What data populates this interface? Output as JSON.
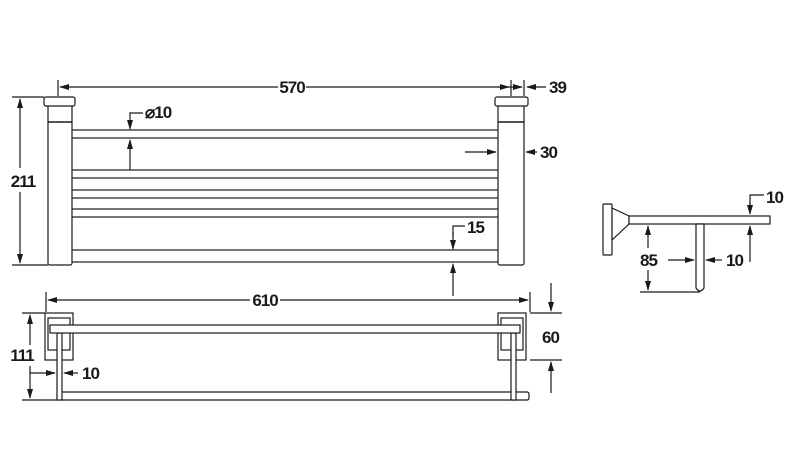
{
  "drawing": {
    "top_view": {
      "width_label": "570",
      "depth_label": "39",
      "height_label": "211",
      "bar_diameter_label": "⌀10",
      "post_offset_label": "30",
      "bar_spacing_label": "15"
    },
    "front_view": {
      "overall_width_label": "610",
      "height_label": "111",
      "rod_diameter_label": "10",
      "bracket_height_label": "60"
    },
    "side_view": {
      "bar_thickness_label": "10",
      "drop_label": "85",
      "rod_thickness_label": "10"
    },
    "line_color": "#1a1a1a"
  }
}
